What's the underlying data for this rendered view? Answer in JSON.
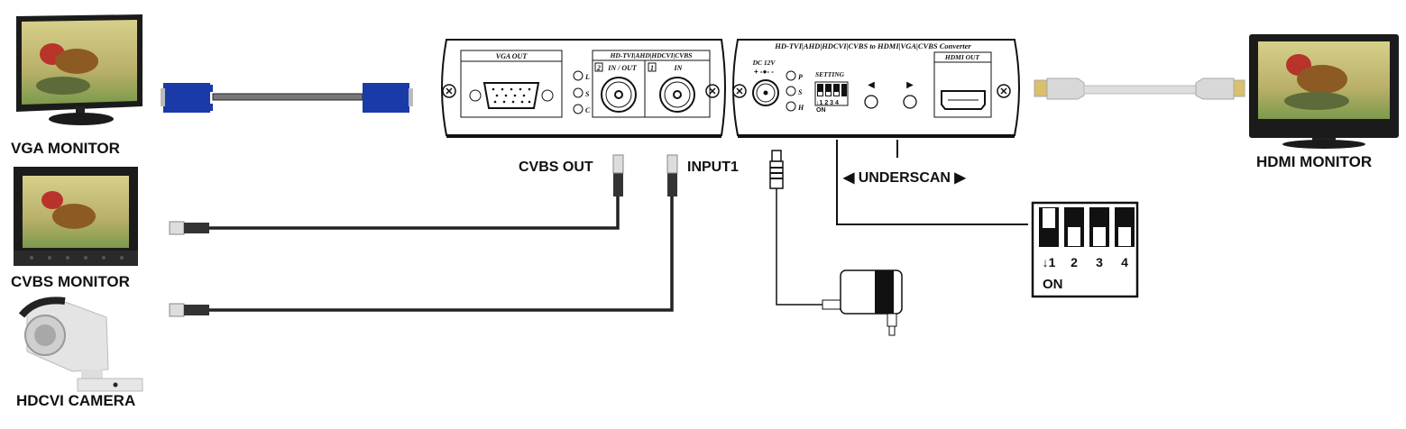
{
  "devices": {
    "vga_monitor": {
      "label": "VGA MONITOR"
    },
    "cvbs_monitor": {
      "label": "CVBS MONITOR"
    },
    "hdcvi_camera": {
      "label": "HDCVI CAMERA"
    },
    "hdmi_monitor": {
      "label": "HDMI MONITOR"
    }
  },
  "left_panel": {
    "vga_out_label": "VGA OUT",
    "bnc_group_label": "HD-TVI|AHD|HDCVI|CVBS",
    "port2_number": "2",
    "port2_label": "IN / OUT",
    "port1_number": "1",
    "port1_label": "IN",
    "leds": [
      "L",
      "S",
      "C"
    ]
  },
  "right_panel": {
    "title": "HD-TVI|AHD|HDCVI|CVBS to HDMI|VGA|CVBS Converter",
    "dc_label": "DC 12V",
    "polarity": "+ -●- -",
    "leds": [
      "P",
      "S",
      "H"
    ],
    "setting_label": "SETTING",
    "dip_numbers": "↓1 2 3 4",
    "dip_on": "ON",
    "left_button_arrow": "◀",
    "right_button_arrow": "▶",
    "hdmi_out_label": "HDMI OUT"
  },
  "callouts": {
    "cvbs_out": "CVBS OUT",
    "input1": "INPUT1",
    "underscan": "◀ UNDERSCAN ▶"
  },
  "dip_switch_detail": {
    "switches": [
      {
        "number": "↓1",
        "state": "on"
      },
      {
        "number": "2",
        "state": "off"
      },
      {
        "number": "3",
        "state": "off"
      },
      {
        "number": "4",
        "state": "off"
      }
    ],
    "on_label": "ON"
  },
  "colors": {
    "vga_connector": "#1a3aa8",
    "hdmi_cable": "#d8d8d8",
    "screen_bg": "#c8bf6e",
    "outline": "#111111"
  }
}
